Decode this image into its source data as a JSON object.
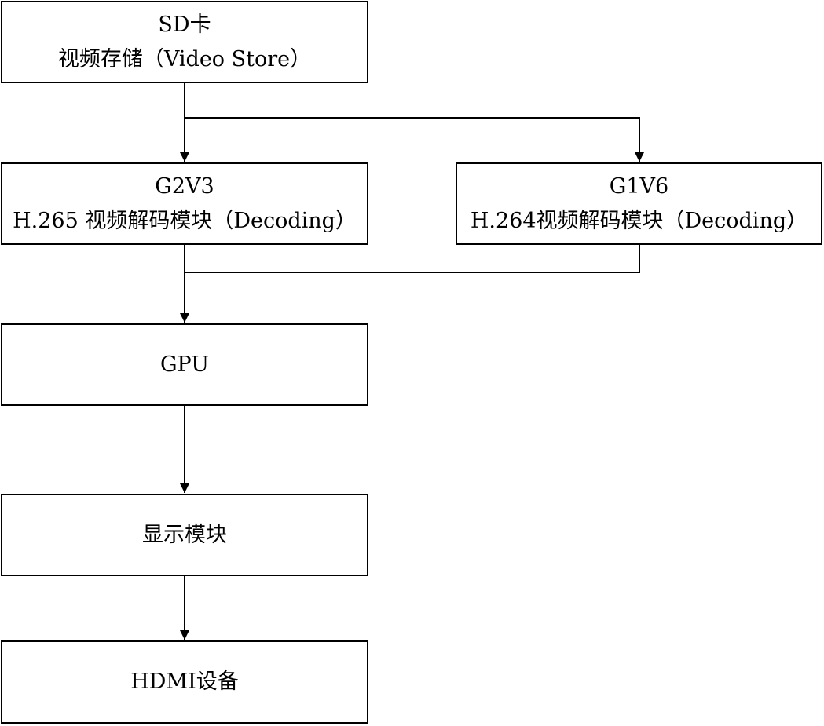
{
  "diagram": {
    "nodes": [
      {
        "id": "sd",
        "name": "sd-card-node",
        "lines": [
          "SD卡",
          "视频存储（Video Store）"
        ]
      },
      {
        "id": "g2v3",
        "name": "g2v3-decoder-node",
        "lines": [
          "G2V3",
          "H.265 视频解码模块（Decoding）"
        ]
      },
      {
        "id": "g1v6",
        "name": "g1v6-decoder-node",
        "lines": [
          "G1V6",
          "H.264视频解码模块（Decoding）"
        ]
      },
      {
        "id": "gpu",
        "name": "gpu-node",
        "lines": [
          "GPU"
        ]
      },
      {
        "id": "display",
        "name": "display-module-node",
        "lines": [
          "显示模块"
        ]
      },
      {
        "id": "hdmi",
        "name": "hdmi-device-node",
        "lines": [
          "HDMI设备"
        ]
      }
    ],
    "edges": [
      {
        "from": "sd",
        "to": "g2v3"
      },
      {
        "from": "sd",
        "to": "g1v6"
      },
      {
        "from": "g2v3",
        "to": "gpu"
      },
      {
        "from": "g1v6",
        "to": "gpu"
      },
      {
        "from": "gpu",
        "to": "display"
      },
      {
        "from": "display",
        "to": "hdmi"
      }
    ],
    "colors": {
      "stroke": "#000000",
      "fill": "#ffffff"
    }
  }
}
